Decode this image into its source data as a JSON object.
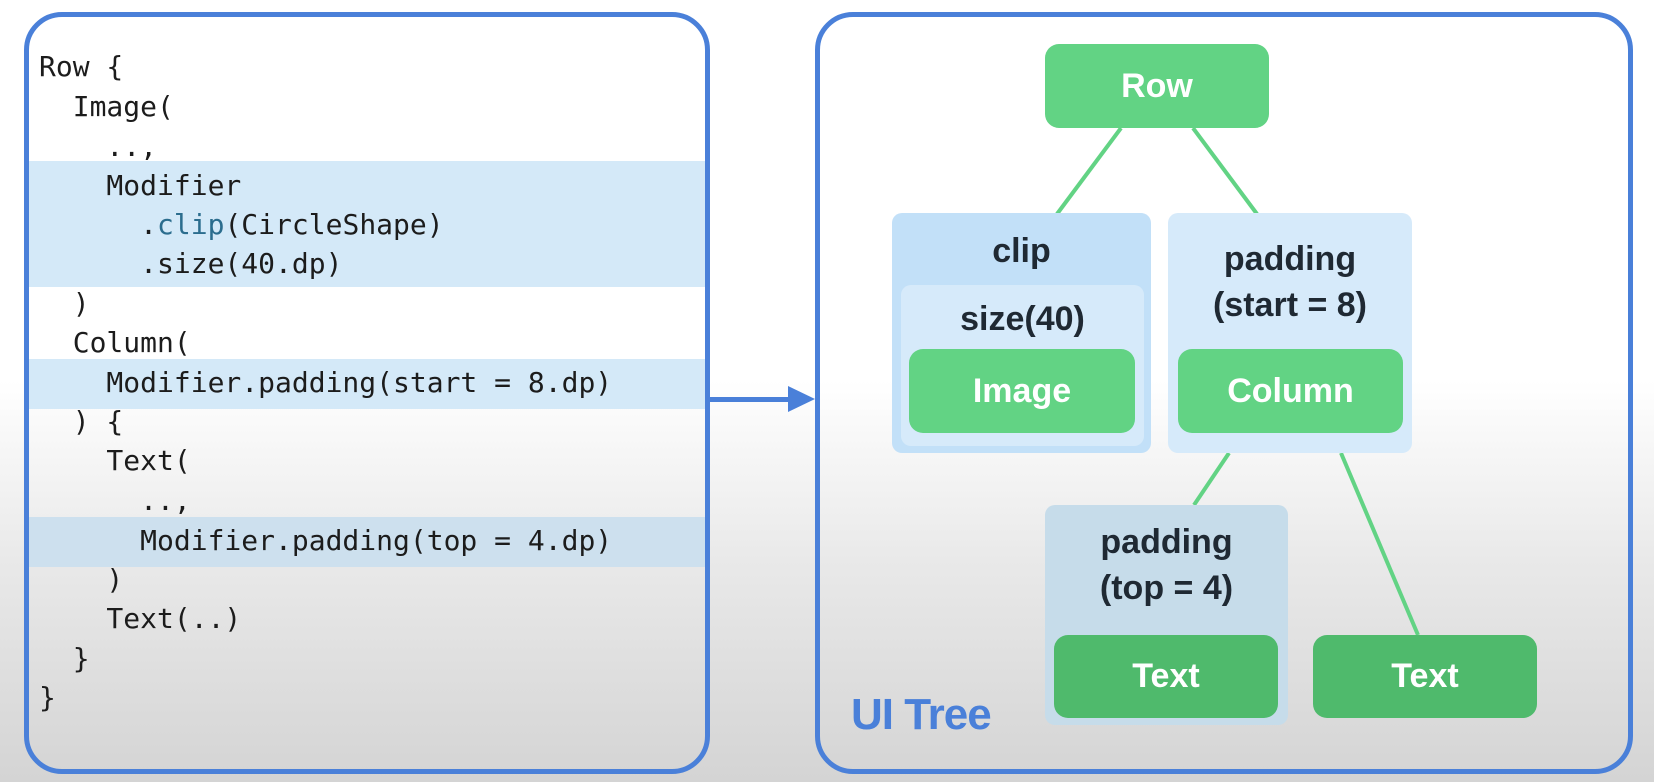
{
  "code": {
    "lines": [
      "Row {",
      "  Image(",
      "    ..,",
      "    Modifier",
      "      .clip(CircleShape)",
      "      .size(40.dp)",
      "  )",
      "  Column(",
      "    Modifier.padding(start = 8.dp)",
      "  ) {",
      "    Text(",
      "      ..,",
      "      Modifier.padding(top = 4.dp)",
      "    )",
      "    Text(..)",
      "  }",
      "}"
    ],
    "clip_line": {
      "indent": "      ",
      "dot": ".",
      "keyword": "clip",
      "rest": "(CircleShape)"
    },
    "highlight_color": "#d4e9f8"
  },
  "tree": {
    "title": "UI Tree",
    "nodes": {
      "row": "Row",
      "clip": "clip",
      "size": "size(40)",
      "image": "Image",
      "padding_start": "padding\n(start = 8)",
      "column": "Column",
      "padding_top": "padding\n(top = 4)",
      "text1": "Text",
      "text2": "Text"
    },
    "colors": {
      "node_green": "#62d384",
      "node_dark_green": "#4fba6c",
      "connector": "#62d384",
      "modifier_blue": "#c6e2f8",
      "modifier_light": "#d9ecfa",
      "border_blue": "#4a80d9"
    }
  }
}
